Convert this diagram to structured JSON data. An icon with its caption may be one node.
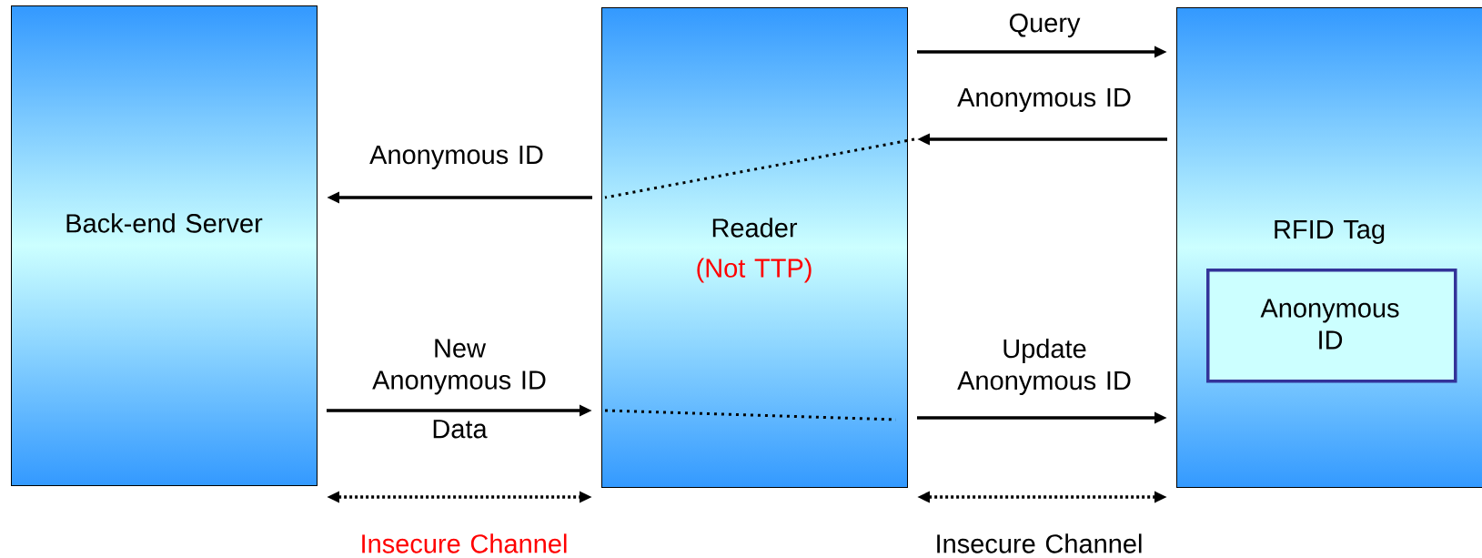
{
  "diagram": {
    "nodes": [
      {
        "text": [
          "Back-end Server"
        ]
      },
      {
        "text": [
          "Reader",
          "(Not TTP)"
        ]
      },
      {
        "text": [
          "RFID Tag"
        ]
      },
      {
        "text": [
          "Anonymous ID"
        ],
        "in": 2
      }
    ],
    "edges": [
      {
        "from": 1,
        "to": 2,
        "arrow": "to",
        "label": "Query"
      },
      {
        "from": 2,
        "to": 1,
        "arrow": "to",
        "label": "Anonymous ID"
      },
      {
        "from": 1,
        "to": 0,
        "arrow": "to",
        "label": "Anonymous ID"
      },
      {
        "from": 0,
        "to": 1,
        "arrow": "to",
        "label": "New Anonymous ID"
      },
      {
        "from": 1,
        "to": 2,
        "arrow": "to",
        "label": "Update Anonymous ID"
      },
      {
        "from": 0,
        "to": 1,
        "arrow": "both",
        "style": "dashed",
        "label": "Insecure Channel"
      },
      {
        "from": 1,
        "to": 2,
        "arrow": "both",
        "style": "dashed",
        "label": "Insecure Channel"
      }
    ],
    "labels": [
      "Data"
    ]
  }
}
